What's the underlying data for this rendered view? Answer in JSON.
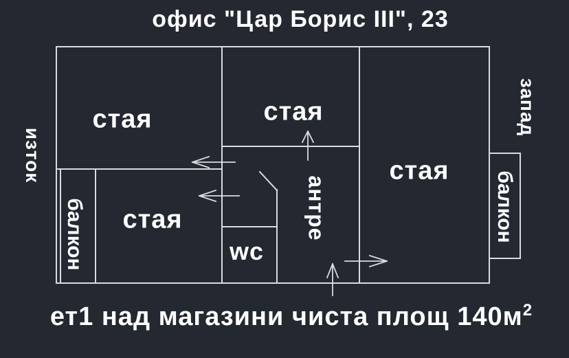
{
  "title": "офис \"Цар Борис III\", 23",
  "footer": {
    "text": "ет1 над магазини чиста площ 140м",
    "superscript": "2"
  },
  "colors": {
    "background": "#232831",
    "line": "#d8dcdf",
    "text": "#ffffff"
  },
  "compass": {
    "east": "изток",
    "west": "запад"
  },
  "plan": {
    "rooms": [
      {
        "id": "room-top-left",
        "label": "стая"
      },
      {
        "id": "room-top-middle",
        "label": "стая"
      },
      {
        "id": "room-right",
        "label": "стая"
      },
      {
        "id": "room-lower-left",
        "label": "стая"
      },
      {
        "id": "hallway",
        "label": "антре"
      },
      {
        "id": "wc",
        "label": "wc"
      },
      {
        "id": "balcony-left",
        "label": "балкон"
      },
      {
        "id": "balcony-right",
        "label": "балкон"
      }
    ],
    "door_arrows": [
      {
        "id": "door-arrow-top-left-room",
        "direction": "left",
        "glyph": "←"
      },
      {
        "id": "door-arrow-lower-left-room",
        "direction": "left",
        "glyph": "←"
      },
      {
        "id": "door-arrow-top-middle-room",
        "direction": "up",
        "glyph": "↑"
      },
      {
        "id": "door-arrow-entrance",
        "direction": "up",
        "glyph": "↑"
      },
      {
        "id": "door-arrow-right-room",
        "direction": "right",
        "glyph": "→"
      }
    ]
  }
}
